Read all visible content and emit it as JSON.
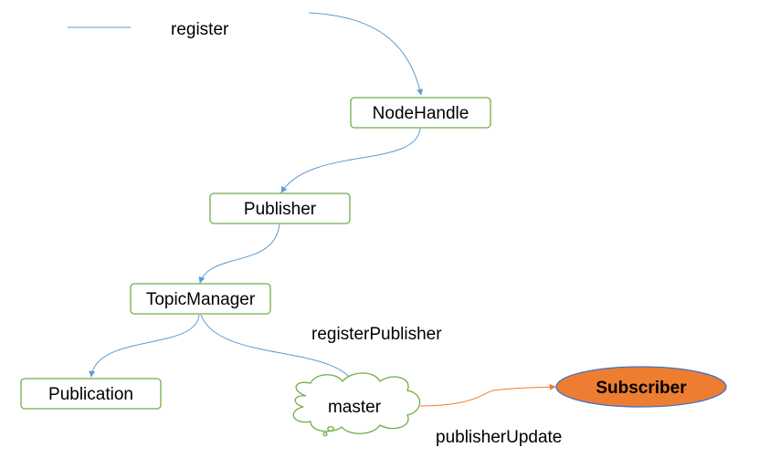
{
  "colors": {
    "box_border": "#70ad47",
    "edge_blue": "#5b9bd5",
    "edge_orange": "#ed7d31",
    "subscriber_fill": "#ed7d31",
    "subscriber_border": "#4472c4",
    "text": "#000000"
  },
  "legend": {
    "label": "register"
  },
  "nodes": {
    "nodehandle": {
      "label": "NodeHandle"
    },
    "publisher": {
      "label": "Publisher"
    },
    "topicmanager": {
      "label": "TopicManager"
    },
    "publication": {
      "label": "Publication"
    },
    "master": {
      "label": "master"
    },
    "subscriber": {
      "label": "Subscriber"
    }
  },
  "edges": {
    "register_publisher": {
      "label": "registerPublisher"
    },
    "publisher_update": {
      "label": "publisherUpdate"
    }
  }
}
